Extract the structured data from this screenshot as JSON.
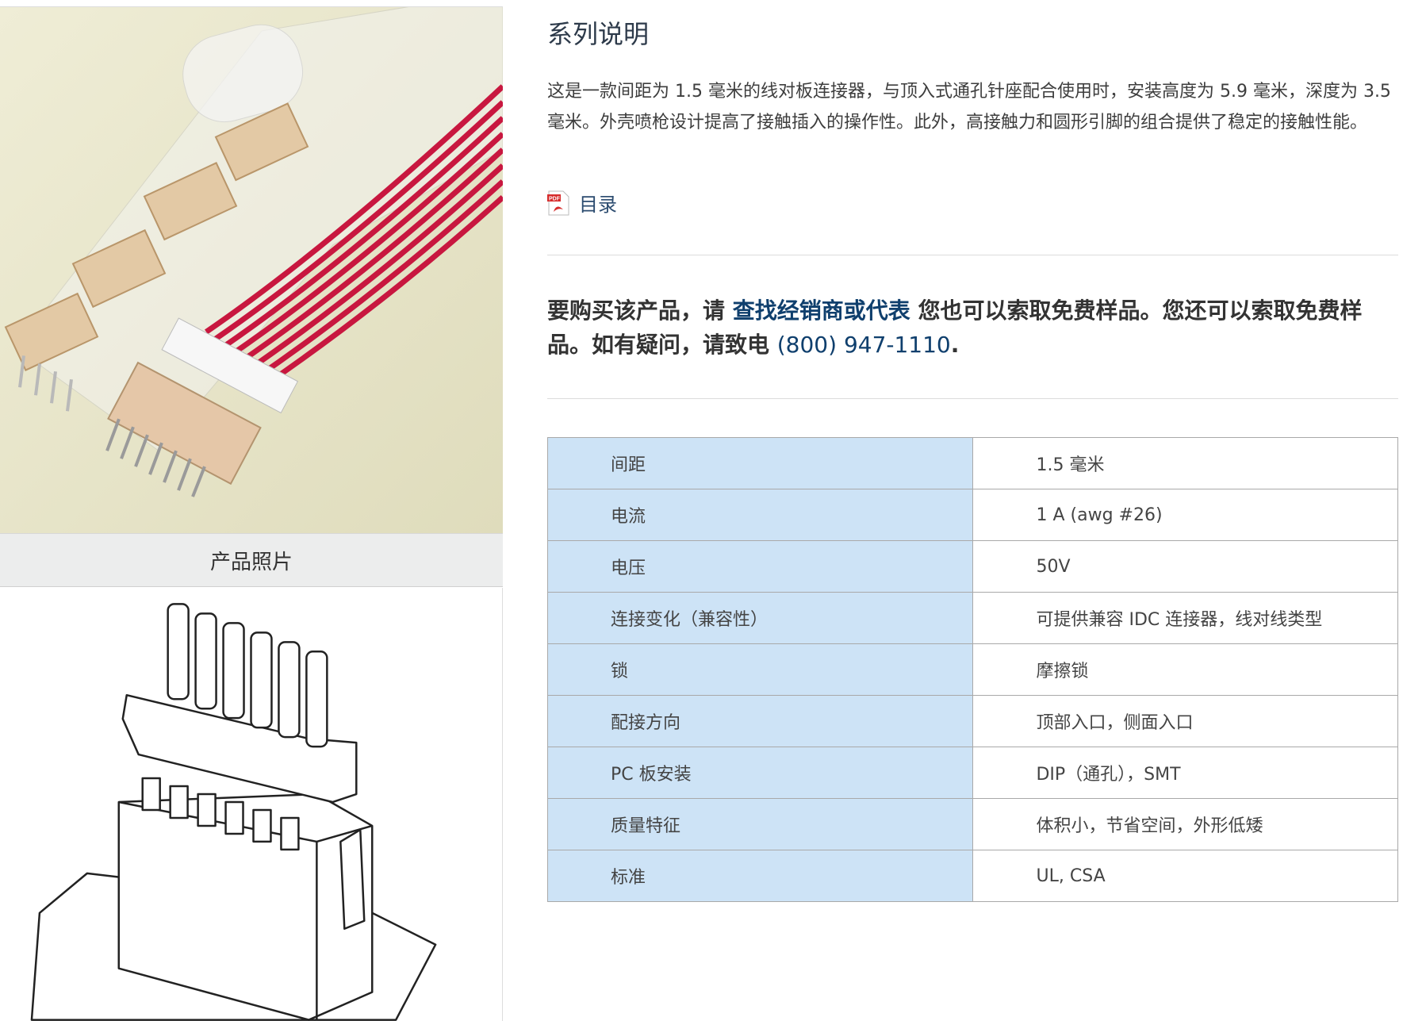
{
  "photo": {
    "caption": "产品照片"
  },
  "series": {
    "title": "系列说明",
    "description": "这是一款间距为 1.5 毫米的线对板连接器，与顶入式通孔针座配合使用时，安装高度为 5.9 毫米，深度为 3.5 毫米。外壳喷枪设计提高了接触插入的操作性。此外，高接触力和圆形引脚的组合提供了稳定的接触性能。",
    "catalog_label": "目录",
    "catalog_icon": "pdf-icon"
  },
  "purchase": {
    "prefix": "要购买该产品，请 ",
    "link": "查找经销商或代表",
    "middle": " 您也可以索取免费样品。您还可以索取免费样品。如有疑问，请致电 ",
    "phone": "(800) 947-1110",
    "suffix": "."
  },
  "specs": [
    {
      "label": "间距",
      "value": "1.5 毫米"
    },
    {
      "label": "电流",
      "value": "1 A (awg #26)"
    },
    {
      "label": "电压",
      "value": "50V"
    },
    {
      "label": "连接变化（兼容性）",
      "value": "可提供兼容 IDC 连接器，线对线类型"
    },
    {
      "label": "锁",
      "value": "摩擦锁"
    },
    {
      "label": "配接方向",
      "value": "顶部入口，侧面入口"
    },
    {
      "label": "PC 板安装",
      "value": "DIP（通孔），SMT"
    },
    {
      "label": "质量特征",
      "value": "体积小，节省空间，外形低矮"
    },
    {
      "label": "标准",
      "value": "UL, CSA"
    }
  ],
  "colors": {
    "spec_label_bg": "#cde3f6",
    "link": "#0f3f6d",
    "wire": "#c8173f",
    "photo_bg": "#e9e6c9"
  }
}
